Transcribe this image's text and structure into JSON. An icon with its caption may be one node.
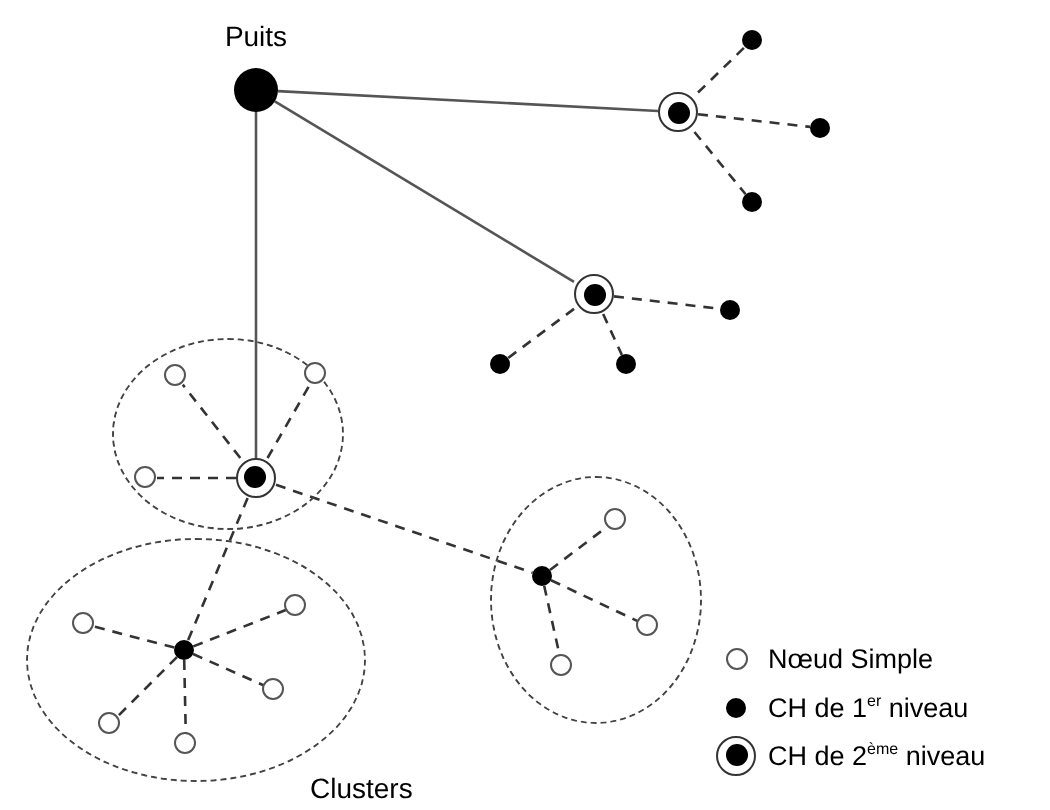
{
  "diagram": {
    "nodes": [
      {
        "text": [
          "Puits"
        ]
      },
      {
        "text": [],
        "shape": "ring"
      },
      {
        "text": [],
        "shape": "dot"
      },
      {
        "text": [],
        "shape": "dot"
      },
      {
        "text": [],
        "shape": "dot"
      },
      {
        "text": [],
        "shape": "ring"
      },
      {
        "text": [],
        "shape": "dot"
      },
      {
        "text": [],
        "shape": "dot"
      },
      {
        "text": [],
        "shape": "dot"
      },
      {
        "text": [],
        "shape": "ellipse"
      },
      {
        "text": [],
        "shape": "ring",
        "in": 9
      },
      {
        "text": [],
        "shape": "circle",
        "in": 9
      },
      {
        "text": [],
        "shape": "circle",
        "in": 9
      },
      {
        "text": [],
        "shape": "circle",
        "in": 9
      },
      {
        "text": [],
        "shape": "ellipse"
      },
      {
        "text": [],
        "shape": "dot",
        "in": 14
      },
      {
        "text": [],
        "shape": "circle",
        "in": 14
      },
      {
        "text": [],
        "shape": "circle",
        "in": 14
      },
      {
        "text": [],
        "shape": "circle",
        "in": 14
      },
      {
        "text": [],
        "shape": "circle",
        "in": 14
      },
      {
        "text": [],
        "shape": "circle",
        "in": 14
      },
      {
        "text": [],
        "shape": "ellipse"
      },
      {
        "text": [],
        "shape": "dot",
        "in": 21
      },
      {
        "text": [],
        "shape": "circle",
        "in": 21
      },
      {
        "text": [],
        "shape": "circle",
        "in": 21
      },
      {
        "text": [],
        "shape": "circle",
        "in": 21
      }
    ],
    "edges": [
      {
        "from": 0,
        "to": 1,
        "arrow": "none"
      },
      {
        "from": 0,
        "to": 5,
        "arrow": "none"
      },
      {
        "from": 0,
        "to": 10,
        "arrow": "none"
      },
      {
        "from": 1,
        "to": 2,
        "arrow": "none",
        "style": "dashed"
      },
      {
        "from": 1,
        "to": 3,
        "arrow": "none",
        "style": "dashed"
      },
      {
        "from": 1,
        "to": 4,
        "arrow": "none",
        "style": "dashed"
      },
      {
        "from": 5,
        "to": 6,
        "arrow": "none",
        "style": "dashed"
      },
      {
        "from": 5,
        "to": 7,
        "arrow": "none",
        "style": "dashed"
      },
      {
        "from": 5,
        "to": 8,
        "arrow": "none",
        "style": "dashed"
      },
      {
        "from": 10,
        "to": 11,
        "arrow": "none",
        "style": "dashed"
      },
      {
        "from": 10,
        "to": 12,
        "arrow": "none",
        "style": "dashed"
      },
      {
        "from": 10,
        "to": 13,
        "arrow": "none",
        "style": "dashed"
      },
      {
        "from": 10,
        "to": 15,
        "arrow": "none",
        "style": "dashed"
      },
      {
        "from": 10,
        "to": 22,
        "arrow": "none",
        "style": "dashed"
      },
      {
        "from": 15,
        "to": 16,
        "arrow": "none",
        "style": "dashed"
      },
      {
        "from": 15,
        "to": 17,
        "arrow": "none",
        "style": "dashed"
      },
      {
        "from": 15,
        "to": 18,
        "arrow": "none",
        "style": "dashed"
      },
      {
        "from": 15,
        "to": 19,
        "arrow": "none",
        "style": "dashed"
      },
      {
        "from": 15,
        "to": 20,
        "arrow": "none",
        "style": "dashed"
      },
      {
        "from": 22,
        "to": 23,
        "arrow": "none",
        "style": "dashed"
      },
      {
        "from": 22,
        "to": 24,
        "arrow": "none",
        "style": "dashed"
      },
      {
        "from": 22,
        "to": 25,
        "arrow": "none",
        "style": "dashed"
      }
    ],
    "labels": [
      "Clusters"
    ],
    "legend": [
      {
        "text": "Nœud Simple"
      },
      {
        "text": "CH de 1$^{er}$ niveau"
      },
      {
        "text": "CH de 2$^{ème}$ niveau"
      }
    ]
  }
}
